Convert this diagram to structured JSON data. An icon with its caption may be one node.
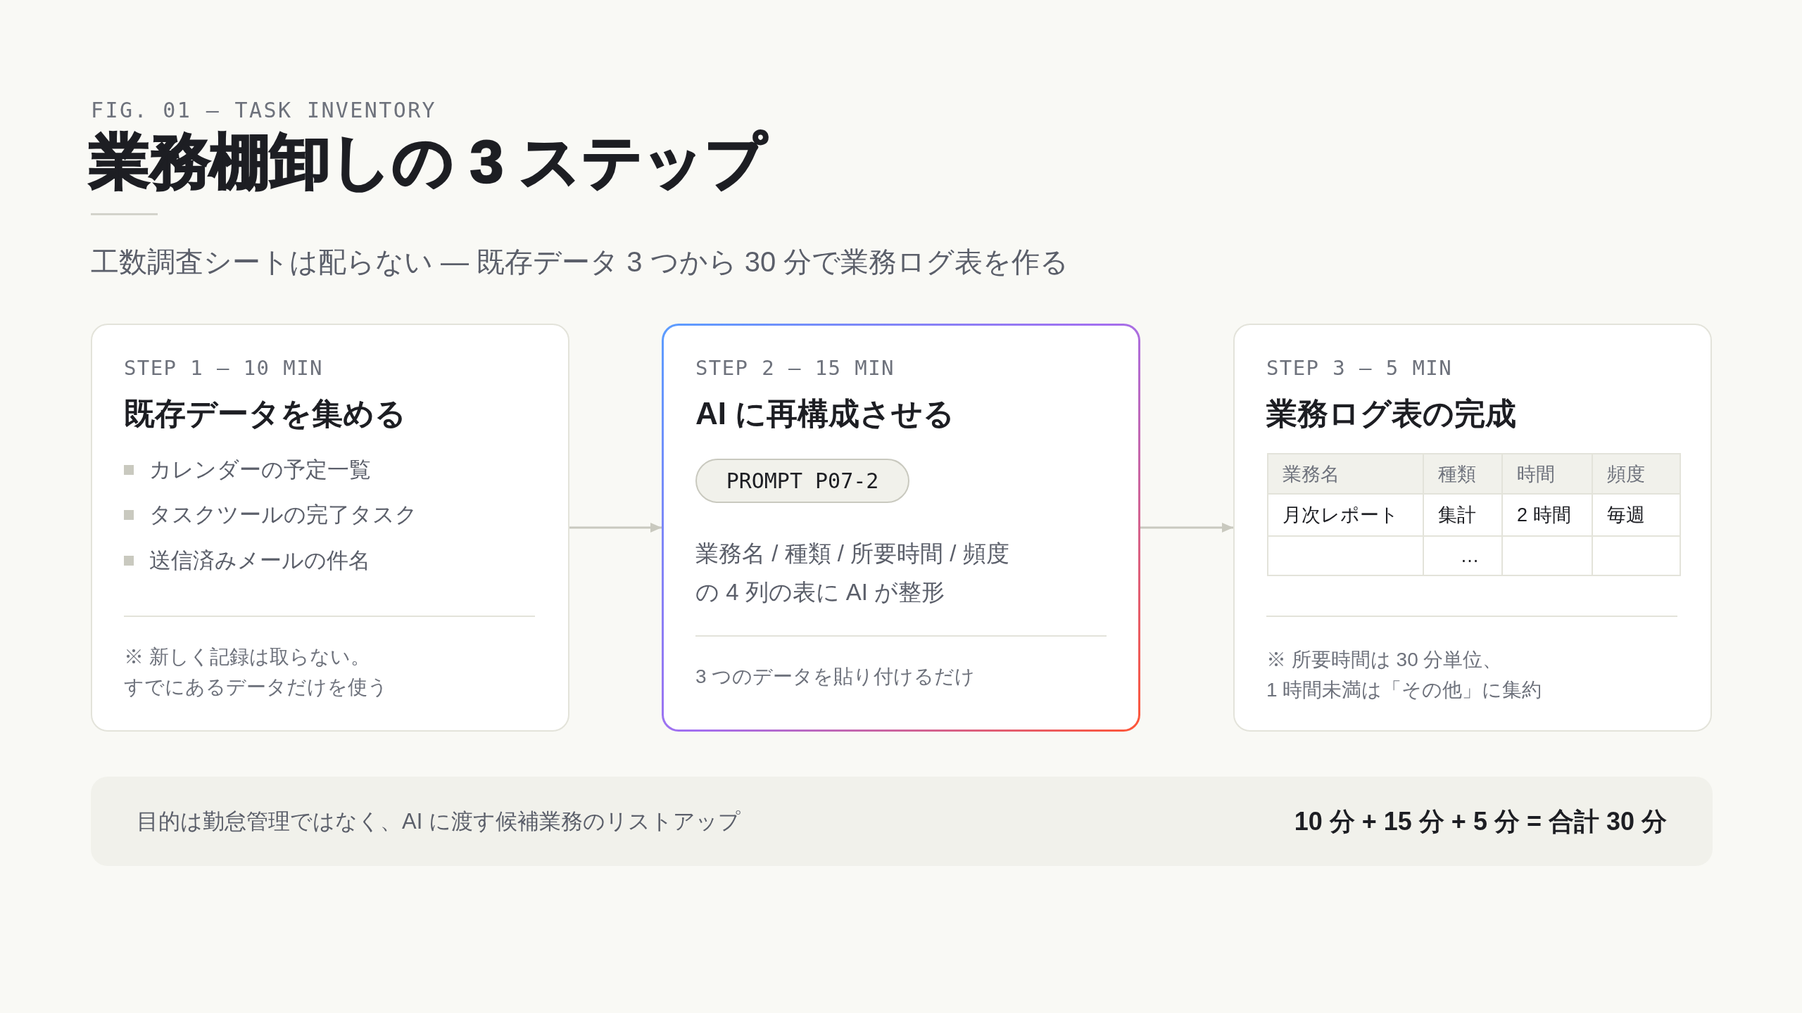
{
  "diagram": {
    "title": "業務棚卸しの 3 ステップ",
    "nodes": [
      {
        "text": [
          "STEP 1 — 10 MIN",
          "既存データを集める",
          "カレンダーの予定一覧",
          "タスクツールの完了タスク",
          "送信済みメールの件名",
          "※ 新しく記録は取らない。すでにあるデータだけを使う"
        ]
      },
      {
        "text": [
          "STEP 2 — 15 MIN",
          "AI に再構成させる",
          "業務名 / 種類 / 所要時間 / 頻度の 4 列の表に AI が整形",
          "3 つのデータを貼り付けるだけ"
        ]
      },
      {
        "text": [
          "PROMPT P07-2"
        ],
        "in": 1
      },
      {
        "text": [
          "STEP 3 — 5 MIN",
          "業務ログ表の完成",
          "業務名",
          "種類",
          "時間",
          "頻度",
          "月次レポート",
          "集計",
          "2 時間",
          "毎週",
          "…",
          "※ 所要時間は 30 分単位、1 時間未満は「その他」に集約"
        ]
      },
      {
        "text": [
          "目的は勤怠管理ではなく、AI に渡す候補業務のリストアップ",
          "10 分 + 15 分 + 5 分 = 合計 30 分"
        ]
      }
    ],
    "edges": [
      {
        "from": 0,
        "to": 1,
        "arrow": "to"
      },
      {
        "from": 1,
        "to": 3,
        "arrow": "to"
      }
    ],
    "labels": [
      "FIG. 01 — TASK INVENTORY",
      "工数調査シートは配らない — 既存データ 3 つから 30 分で業務ログ表を作る"
    ]
  }
}
